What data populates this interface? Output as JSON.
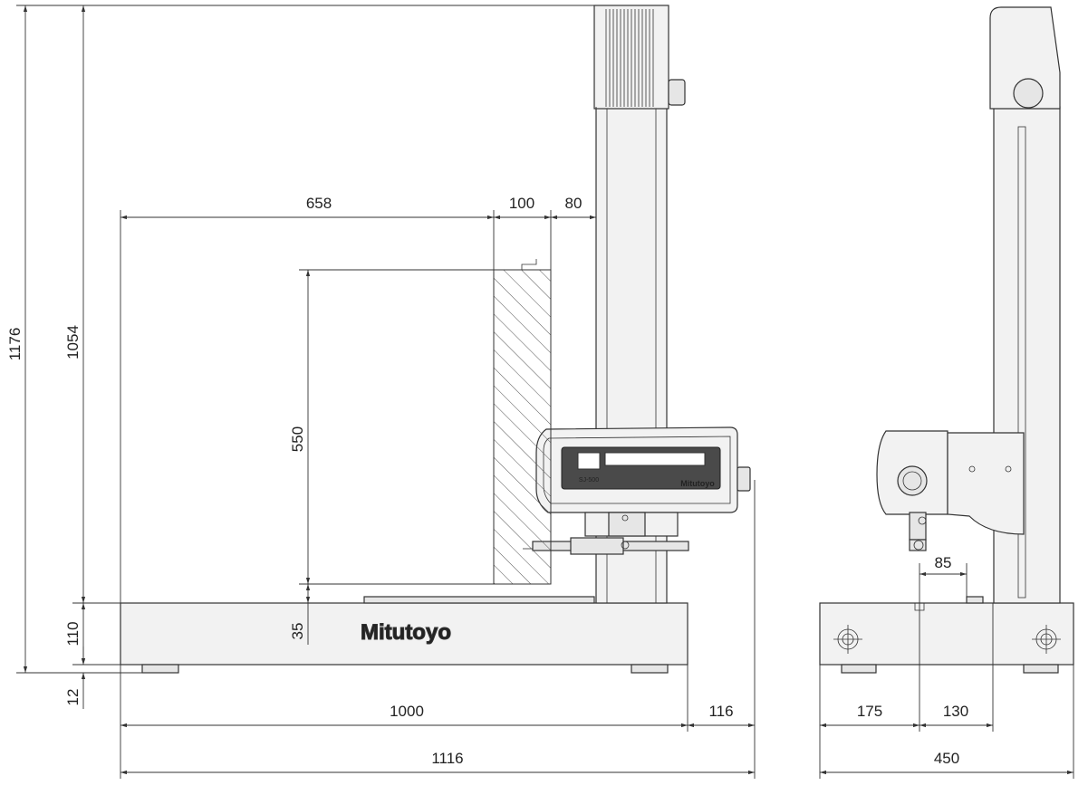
{
  "dimensions": {
    "overall_height": "1176",
    "height_to_top": "1054",
    "base_height": "110",
    "foot_height": "12",
    "measuring_range": "550",
    "table_offset": "35",
    "reach_658": "658",
    "clearance_100": "100",
    "head_80": "80",
    "base_length": "1000",
    "overhang": "116",
    "total_length": "1116",
    "side_85": "85",
    "side_175": "175",
    "side_130": "130",
    "side_width": "450"
  },
  "brand": {
    "logo": "Mitutoyo",
    "unit_logo": "Mitutoyo",
    "model": "SJ-500"
  },
  "colors": {
    "line": "#333333",
    "body": "#f2f2f2",
    "panel": "#4a4a4a"
  }
}
